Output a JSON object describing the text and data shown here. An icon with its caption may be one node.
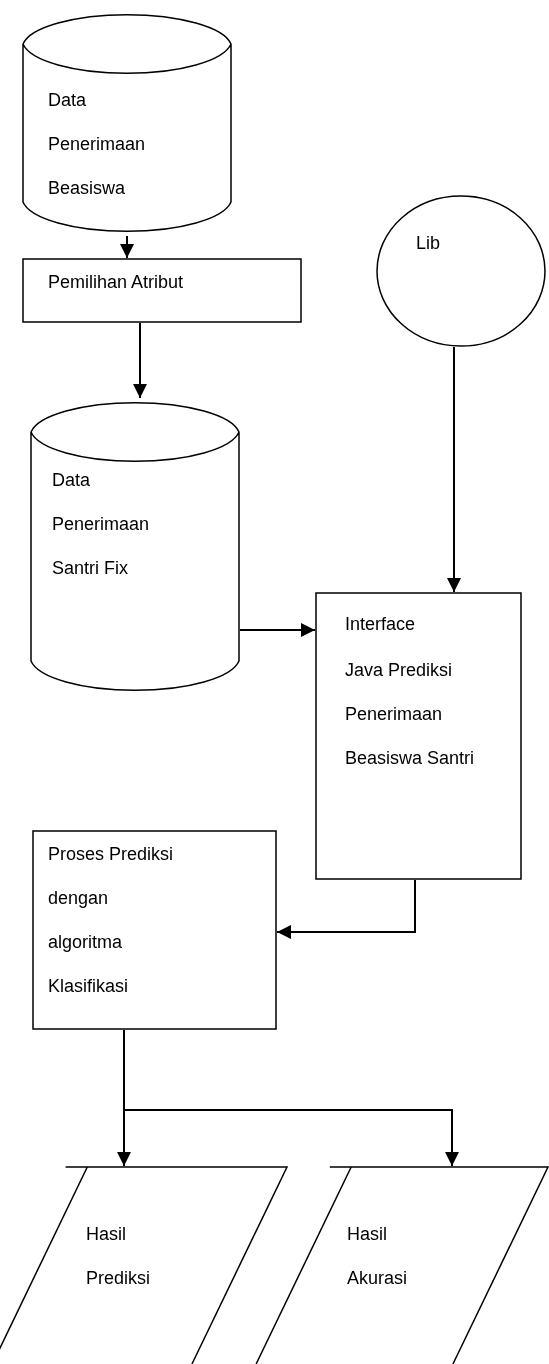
{
  "diagram": {
    "nodes": [
      {
        "text": [
          "Data Penerimaan Beasiswa"
        ]
      },
      {
        "text": [
          "Pemilihan Atribut"
        ]
      },
      {
        "text": [
          "Data Penerimaan Santri Fix"
        ]
      },
      {
        "text": [
          "Lib"
        ]
      },
      {
        "text": [
          "Interface",
          "Java Prediksi Penerimaan Beasiswa Santri"
        ]
      },
      {
        "text": [
          "Proses Prediksi dengan algoritma Klasifikasi"
        ]
      },
      {
        "text": [
          "Hasil Prediksi"
        ]
      },
      {
        "text": [
          "Hasil Akurasi"
        ]
      }
    ],
    "edges": [
      {
        "from": 0,
        "to": 1,
        "arrow": "to"
      },
      {
        "from": 1,
        "to": 2,
        "arrow": "to"
      },
      {
        "from": 3,
        "to": 4,
        "arrow": "to"
      },
      {
        "from": 2,
        "to": 4,
        "arrow": "to"
      },
      {
        "from": 4,
        "to": 5,
        "arrow": "to"
      },
      {
        "from": 5,
        "to": 6,
        "arrow": "to"
      },
      {
        "from": 5,
        "to": 7,
        "arrow": "to"
      }
    ]
  }
}
